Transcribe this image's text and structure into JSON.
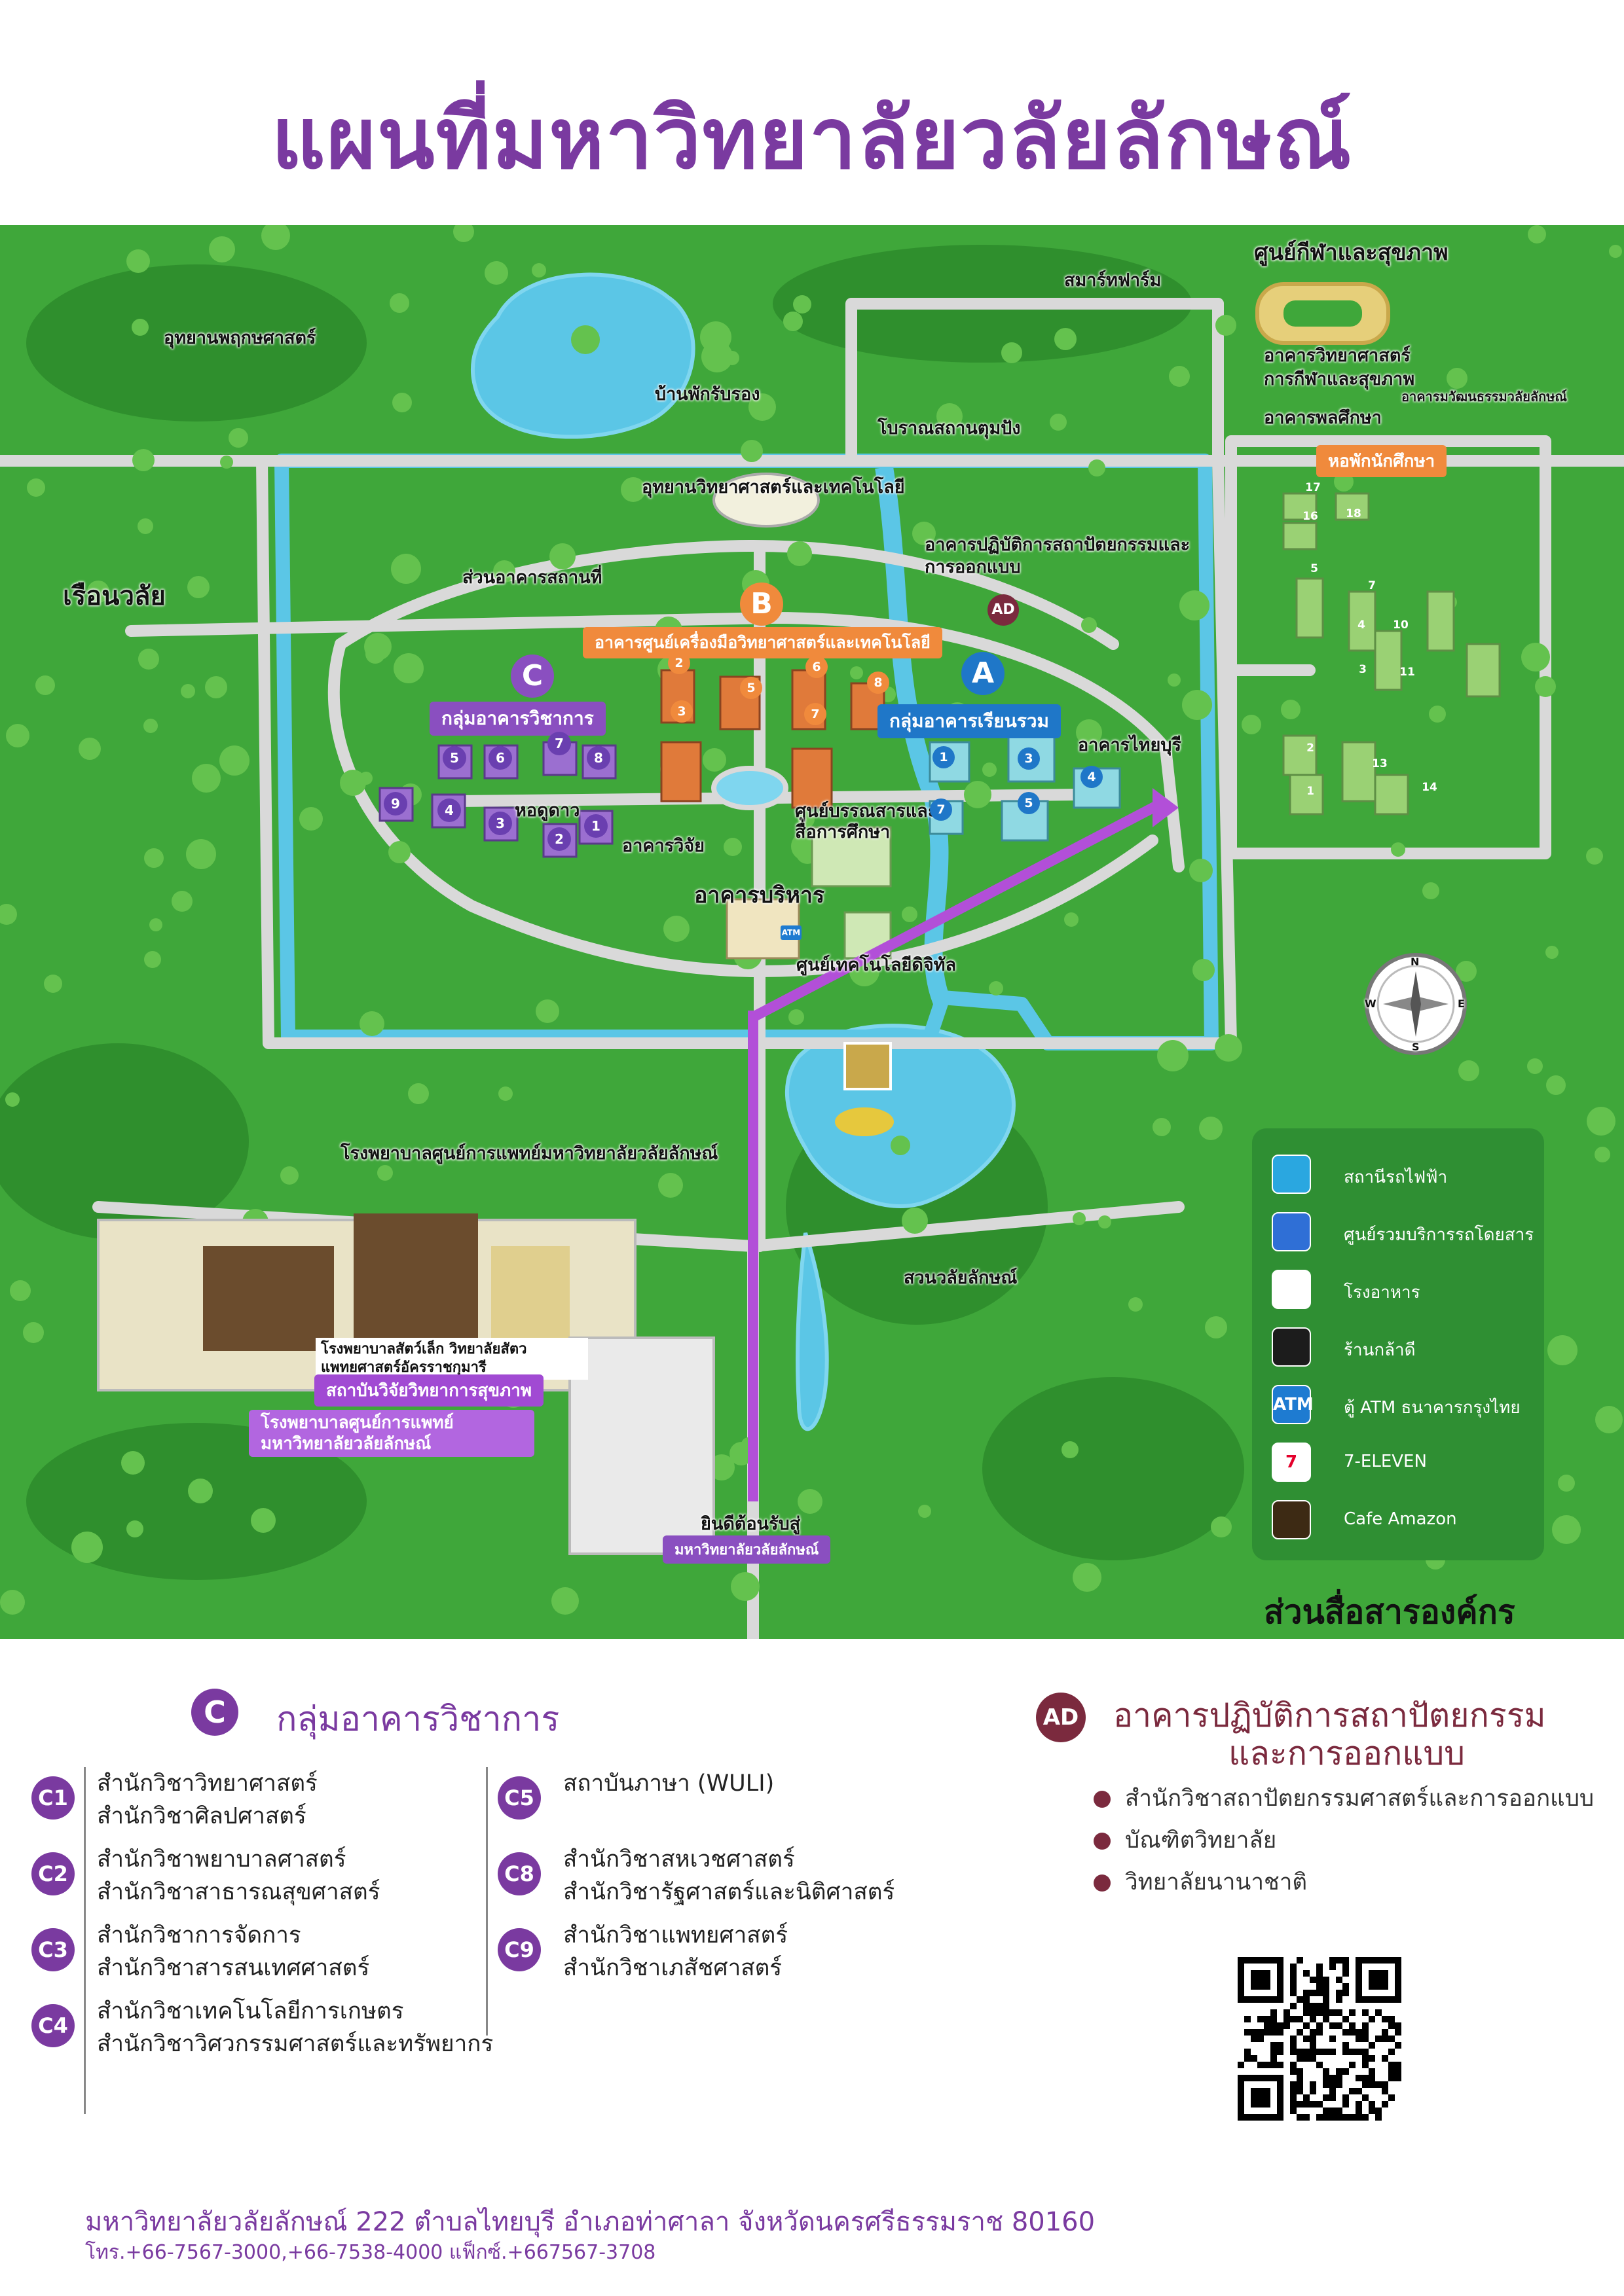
{
  "title": "แผนที่มหาวิทยาลัยวลัยลักษณ์",
  "map": {
    "labels": {
      "botanical_park": "อุทยานพฤกษศาสตร์",
      "guest_house": "บ้านพักรับรอง",
      "smart_farm": "สมาร์ทฟาร์ม",
      "sports_center": "ศูนย์กีฬาและสุขภาพ",
      "sports_science": "อาคารวิทยาศาสตร์การกีฬาและสุขภาพ",
      "culture_building": "อาคารมวัฒนธรรมวลัยลักษณ์",
      "student_affairs": "อาคารพลศึกษา",
      "ancient_site": "โบราณสถานตุมปัง",
      "science_park": "อุทยานวิทยาศาสตร์และเทคโนโลยี",
      "ruean_walai": "เรือนวลัย",
      "facilities": "ส่วนอาคารสถานที่",
      "arch_building": "อาคารปฏิบัติการสถาปัตยกรรมและการออกแบบ",
      "dormitory": "หอพักนักศึกษา",
      "sci_tool_center": "อาคารศูนย์เครื่องมือวิทยาศาสตร์และเทคโนโลยี",
      "academic_group": "กลุ่มอาคารวิชาการ",
      "lecture_group": "กลุ่มอาคารเรียนรวม",
      "thaiburi": "อาคารไทยบุรี",
      "observatory": "หอดูดาว",
      "research": "อาคารวิจัย",
      "library": "ศูนย์บรรณสารและสื่อการศึกษา",
      "administration": "อาคารบริหาร",
      "digital_center": "ศูนย์เทคโนโลยีดิจิทัล",
      "hospital_top": "โรงพยาบาลศูนย์การแพทย์มหาวิทยาลัยวลัยลักษณ์",
      "walailak_park": "สวนวลัยลักษณ์",
      "vet_hospital": "โรงพยาบาลสัตว์เล็ก วิทยาลัยสัตวแพทยศาสตร์อัครราชกุมารี",
      "health_institute": "สถาบันวิจัยวิทยาการสุขภาพ",
      "hospital_tag": "โรงพยาบาลศูนย์การแพทย์ มหาวิทยาลัยวลัยลักษณ์",
      "welcome": "ยินดีต้อนรับสู่",
      "welcome_sub": "มหาวิทยาลัยวลัยลักษณ์"
    },
    "badges": {
      "a": "A",
      "b": "B",
      "c": "C",
      "ad": "AD",
      "atm": "ATM"
    },
    "dorm_numbers": [
      "17",
      "16",
      "18",
      "5",
      "7",
      "4",
      "10",
      "3",
      "11",
      "2",
      "13",
      "1",
      "14"
    ],
    "academic_numbers": [
      "5",
      "6",
      "7",
      "8",
      "9",
      "4",
      "3",
      "2",
      "1"
    ],
    "sci_numbers": [
      "2",
      "6",
      "5",
      "8",
      "3",
      "7"
    ],
    "lecture_numbers": [
      "1",
      "3",
      "4",
      "7",
      "5"
    ],
    "compass_letters": [
      "N",
      "S",
      "E",
      "W"
    ]
  },
  "legend": {
    "items": [
      {
        "icon": "train-icon",
        "label": "สถานีรถไฟฟ้า",
        "color": "#2aa7e0"
      },
      {
        "icon": "bus-icon",
        "label": "ศูนย์รวมบริการรถโดยสาร",
        "color": "#2f6fd6"
      },
      {
        "icon": "restaurant-icon",
        "label": "โรงอาหาร",
        "color": "#ffffff"
      },
      {
        "icon": "shop-icon",
        "label": "ร้านกล้าดี",
        "color": "#1c1c1c"
      },
      {
        "icon": "atm-icon",
        "label": "ตู้ ATM ธนาคารกรุงไทย",
        "color": "#1e7bd1",
        "icon_text": "ATM"
      },
      {
        "icon": "seven-eleven-icon",
        "label": "7-ELEVEN",
        "color": "#ffffff",
        "icon_text": "7"
      },
      {
        "icon": "cafe-amazon-icon",
        "label": "Cafe Amazon",
        "color": "#3d2a14"
      }
    ]
  },
  "media_department": "ส่วนสื่อสารองค์กร",
  "academic": {
    "badge": "C",
    "heading": "กลุ่มอาคารวิชาการ",
    "items": [
      {
        "code": "C1",
        "lines": [
          "สำนักวิชาวิทยาศาสตร์",
          "สำนักวิชาศิลปศาสตร์"
        ]
      },
      {
        "code": "C2",
        "lines": [
          "สำนักวิชาพยาบาลศาสตร์",
          "สำนักวิชาสาธารณสุขศาสตร์"
        ]
      },
      {
        "code": "C3",
        "lines": [
          "สำนักวิชาการจัดการ",
          "สำนักวิชาสารสนเทศศาสตร์"
        ]
      },
      {
        "code": "C4",
        "lines": [
          "สำนักวิชาเทคโนโลยีการเกษตร",
          "สำนักวิชาวิศวกรรมศาสตร์และทรัพยากร"
        ]
      },
      {
        "code": "C5",
        "lines": [
          "สถาบันภาษา (WULI)"
        ]
      },
      {
        "code": "C8",
        "lines": [
          "สำนักวิชาสหเวชศาสตร์",
          "สำนักวิชารัฐศาสตร์และนิติศาสตร์"
        ]
      },
      {
        "code": "C9",
        "lines": [
          "สำนักวิชาแพทยศาสตร์",
          "สำนักวิชาเภสัชศาสตร์"
        ]
      }
    ]
  },
  "architecture": {
    "badge": "AD",
    "heading_line1": "อาคารปฏิบัติการสถาปัตยกรรม",
    "heading_line2": "และการออกแบบ",
    "items": [
      "สำนักวิชาสถาปัตยกรรมศาสตร์และการออกแบบ",
      "บัณฑิตวิทยาลัย",
      "วิทยาลัยนานาชาติ"
    ]
  },
  "footer": {
    "address": "มหาวิทยาลัยวลัยลักษณ์ 222 ตำบลไทยบุรี อำเภอท่าศาลา จังหวัดนครศรีธรรมราช 80160",
    "tel": "โทร.+66-7567-3000,+66-7538-4000 แฟ็กซ์.+667567-3708"
  },
  "colors": {
    "purple": "#7a3aa0",
    "orange": "#f08a3c",
    "blue": "#1f77c8",
    "maroon": "#7b2a3e",
    "grass": "#3fa73a",
    "water": "#5bc6e6",
    "road": "#d9d9d9"
  }
}
